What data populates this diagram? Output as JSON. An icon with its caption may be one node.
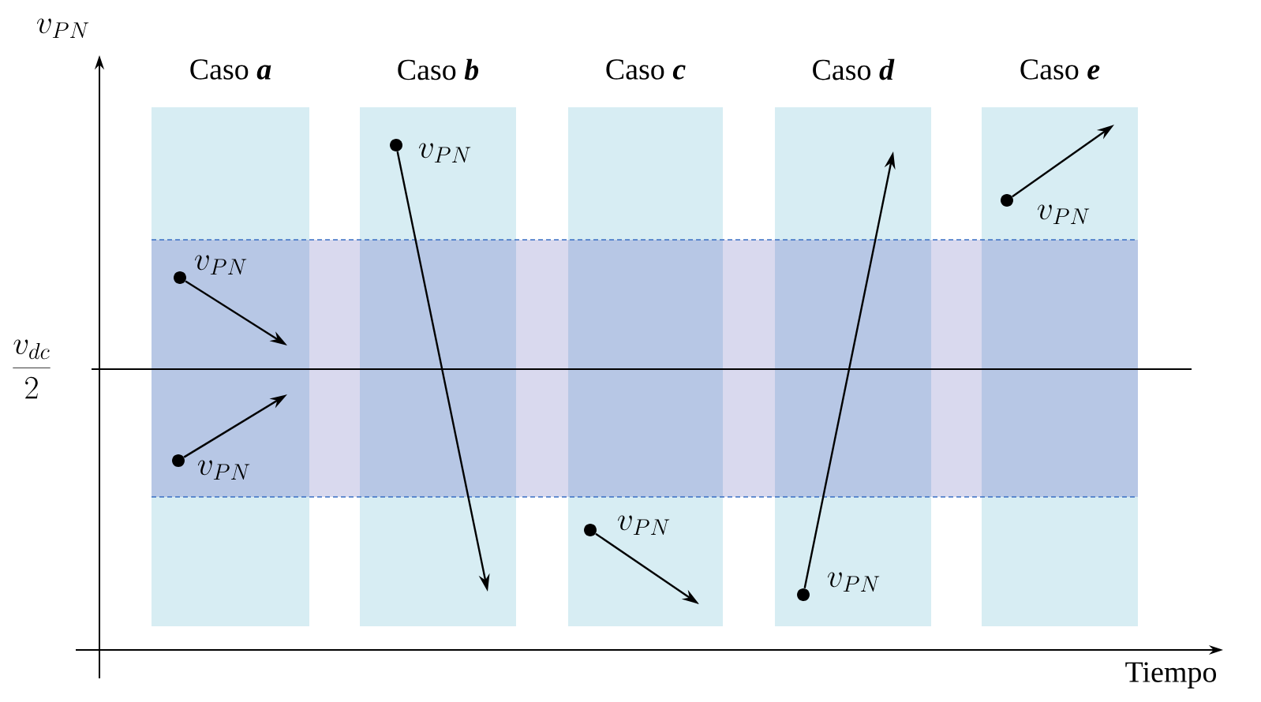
{
  "diagram": {
    "nodes": [
      {
        "text": [
          "Caso **a**"
        ]
      },
      {
        "text": [
          "Caso **b**"
        ]
      },
      {
        "text": [
          "Caso **c**"
        ]
      },
      {
        "text": [
          "Caso **d**"
        ]
      },
      {
        "text": [
          "Caso **e**"
        ]
      },
      {
        "text": [],
        "shape": "circle",
        "in": 0,
        "beside": [
          "v_{PN}"
        ]
      },
      {
        "text": [],
        "shape": "circle",
        "in": 0,
        "beside": [
          "v_{PN}"
        ]
      },
      {
        "text": [],
        "shape": "circle",
        "in": 1,
        "beside": [
          "v_{PN}"
        ]
      },
      {
        "text": [],
        "shape": "circle",
        "in": 2,
        "beside": [
          "v_{PN}"
        ]
      },
      {
        "text": [],
        "shape": "circle",
        "in": 3,
        "beside": [
          "v_{PN}"
        ]
      },
      {
        "text": [],
        "shape": "circle",
        "in": 4,
        "beside": [
          "v_{PN}"
        ]
      }
    ],
    "edges": [
      {
        "from": 5,
        "to": null,
        "arrow": "to"
      },
      {
        "from": 6,
        "to": null,
        "arrow": "to"
      },
      {
        "from": 7,
        "to": null,
        "arrow": "to"
      },
      {
        "from": 8,
        "to": null,
        "arrow": "to"
      },
      {
        "from": 9,
        "to": null,
        "arrow": "to"
      },
      {
        "from": 10,
        "to": null,
        "arrow": "to"
      }
    ],
    "labels": [
      "v_{PN}",
      "\\frac{v_{dc}}{2}",
      "Tiempo"
    ]
  }
}
